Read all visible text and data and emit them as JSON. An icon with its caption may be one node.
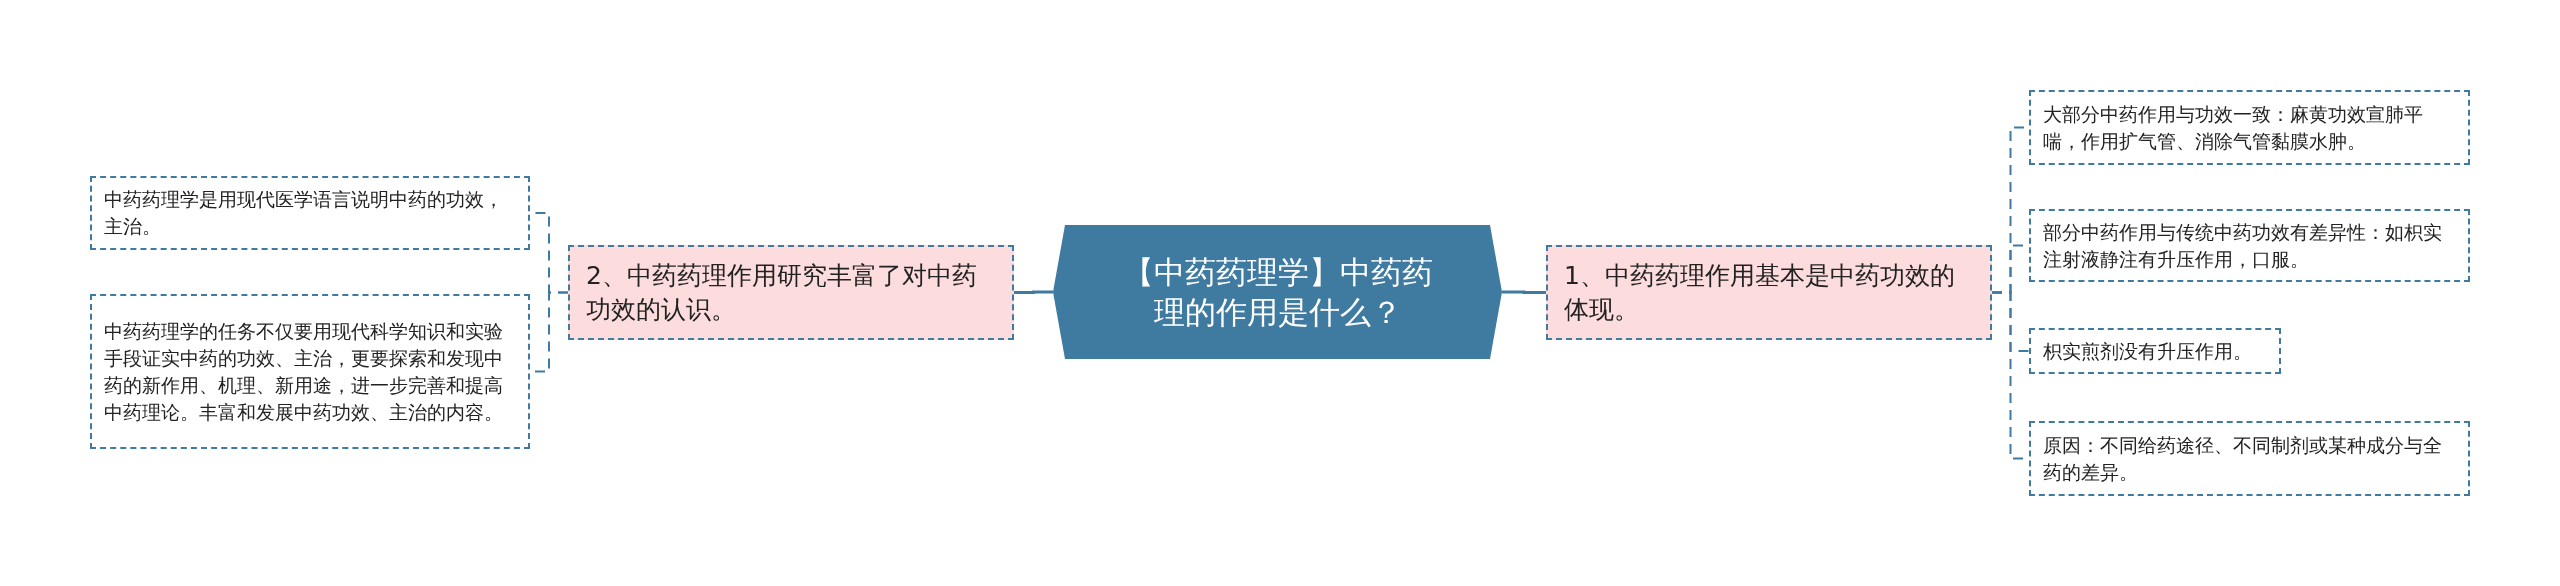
{
  "diagram": {
    "nodes": [
      {
        "text": [
          "【中药药理学】中药药理的作用是什么？"
        ]
      },
      {
        "text": [
          "1、中药药理作用基本是中药功效的体现。"
        ]
      },
      {
        "text": [
          "大部分中药作用与功效一致：麻黄功效宣肺平喘，作用扩气管、消除气管黏膜水肿。"
        ]
      },
      {
        "text": [
          "部分中药作用与传统中药功效有差异性：如枳实注射液静注有升压作用，口服。"
        ]
      },
      {
        "text": [
          "枳实煎剂没有升压作用。"
        ]
      },
      {
        "text": [
          "原因：不同给药途径、不同制剂或某种成分与全药的差异。"
        ]
      },
      {
        "text": [
          "2、中药药理作用研究丰富了对中药功效的认识。"
        ]
      },
      {
        "text": [
          "中药药理学是用现代医学语言说明中药的功效，主治。"
        ]
      },
      {
        "text": [
          "中药药理学的任务不仅要用现代科学知识和实验手段证实中药的功效、主治，更要探索和发现中药的新作用、机理、新用途，进一步完善和提高中药理论。丰富和发展中药功效、主治的内容。"
        ]
      }
    ],
    "edges": [
      {
        "from": 0,
        "to": 1,
        "arrow": "none"
      },
      {
        "from": 1,
        "to": 2,
        "arrow": "none",
        "style": "dashed"
      },
      {
        "from": 1,
        "to": 3,
        "arrow": "none",
        "style": "dashed"
      },
      {
        "from": 1,
        "to": 4,
        "arrow": "none",
        "style": "dashed"
      },
      {
        "from": 1,
        "to": 5,
        "arrow": "none",
        "style": "dashed"
      },
      {
        "from": 0,
        "to": 6,
        "arrow": "none"
      },
      {
        "from": 6,
        "to": 7,
        "arrow": "none",
        "style": "dashed"
      },
      {
        "from": 6,
        "to": 8,
        "arrow": "none",
        "style": "dashed"
      }
    ]
  }
}
